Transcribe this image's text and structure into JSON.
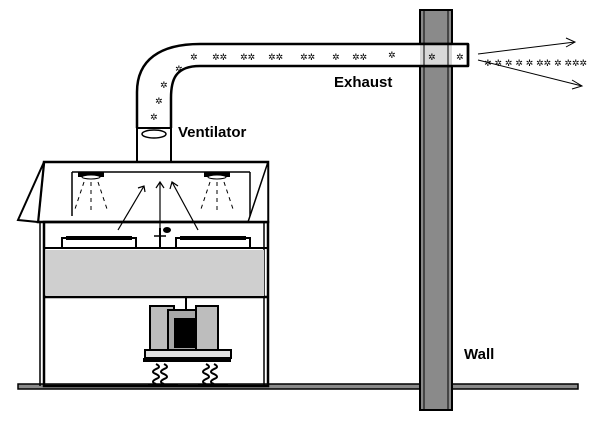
{
  "labels": {
    "ventilator": "Ventilator",
    "exhaust": "Exhaust",
    "wall": "Wall"
  },
  "colors": {
    "background": "#ffffff",
    "line": "#000000",
    "wall_fill": "#8a8a8a",
    "panel_fill": "#cfcfcf",
    "machine_fill": "#a8a8a8"
  }
}
